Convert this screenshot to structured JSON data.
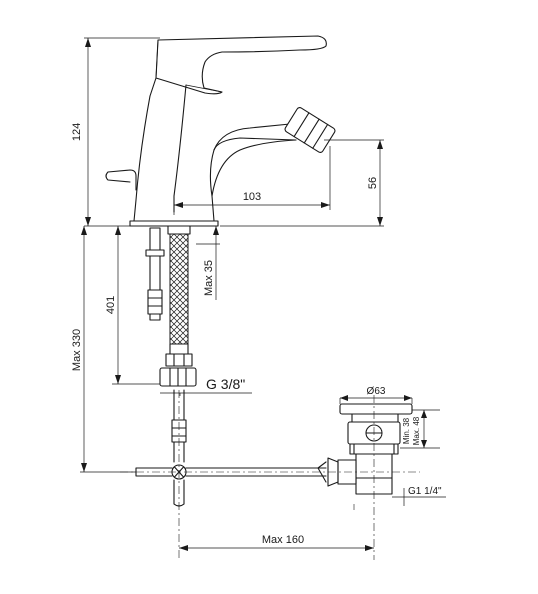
{
  "dimensions": {
    "tap_height": "124",
    "spout_reach": "103",
    "spout_height": "56",
    "flexible_length": "401",
    "max_thickness": "Max 35",
    "max_depth": "Max 330",
    "connection": "G 3/8\"",
    "max_width": "Max 160",
    "plug_diameter": "Ø63",
    "waste_min": "Min. 38",
    "waste_max": "Max. 48",
    "waste_thread": "G1 1/4\""
  }
}
